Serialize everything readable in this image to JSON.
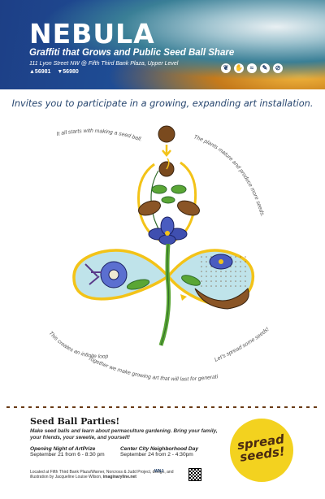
{
  "header": {
    "title": "NEBULA",
    "subtitle": "Graffiti that Grows and Public Seed Ball Share",
    "address": "111 Lyon Street NW @ Fifth Third Bank Plaza, Upper Level",
    "vote_up": "▲56981",
    "vote_down": "▼56980",
    "icons": [
      "leaf-icon",
      "palm-icon",
      "share-icon",
      "tool-icon",
      "cancel-icon"
    ]
  },
  "invite": "Invites you to participate in a growing, expanding art installation.",
  "arc_texts": {
    "start": "It all starts with making a seed ball.",
    "mature": "The plants mature and produce more seeds.",
    "loop": "This creates an infinite loop of expansion.",
    "together": "Together we make growing art that will last for generations.",
    "spread": "Let's spread some seeds!"
  },
  "party": {
    "title": "Seed Ball Parties!",
    "description": "Make seed balls and learn about permaculture gardening. Bring your family, your friends, your sweetie, and yourself!",
    "events": [
      {
        "heading": "Opening Night of ArtPrize",
        "date": "September 21 from 6 - 8:30 pm"
      },
      {
        "heading": "Center City Neighborhood Day",
        "date": "September 24 from 2 - 4:30pm"
      }
    ]
  },
  "credits": {
    "text": "Located at Fifth Third Bank Plaza/Warner, Norcross & Judd Project, design, and illustration by Jacqueline Louise Wilson,",
    "link": "imaginaryline.net"
  },
  "logos_text": "WNJ",
  "badge": {
    "line1": "spread",
    "line2": "seeds!"
  },
  "colors": {
    "navy": "#27466f",
    "yellow": "#f3d21f",
    "brown": "#6a3b16",
    "green": "#5aa635",
    "blue": "#3f4fb0"
  }
}
